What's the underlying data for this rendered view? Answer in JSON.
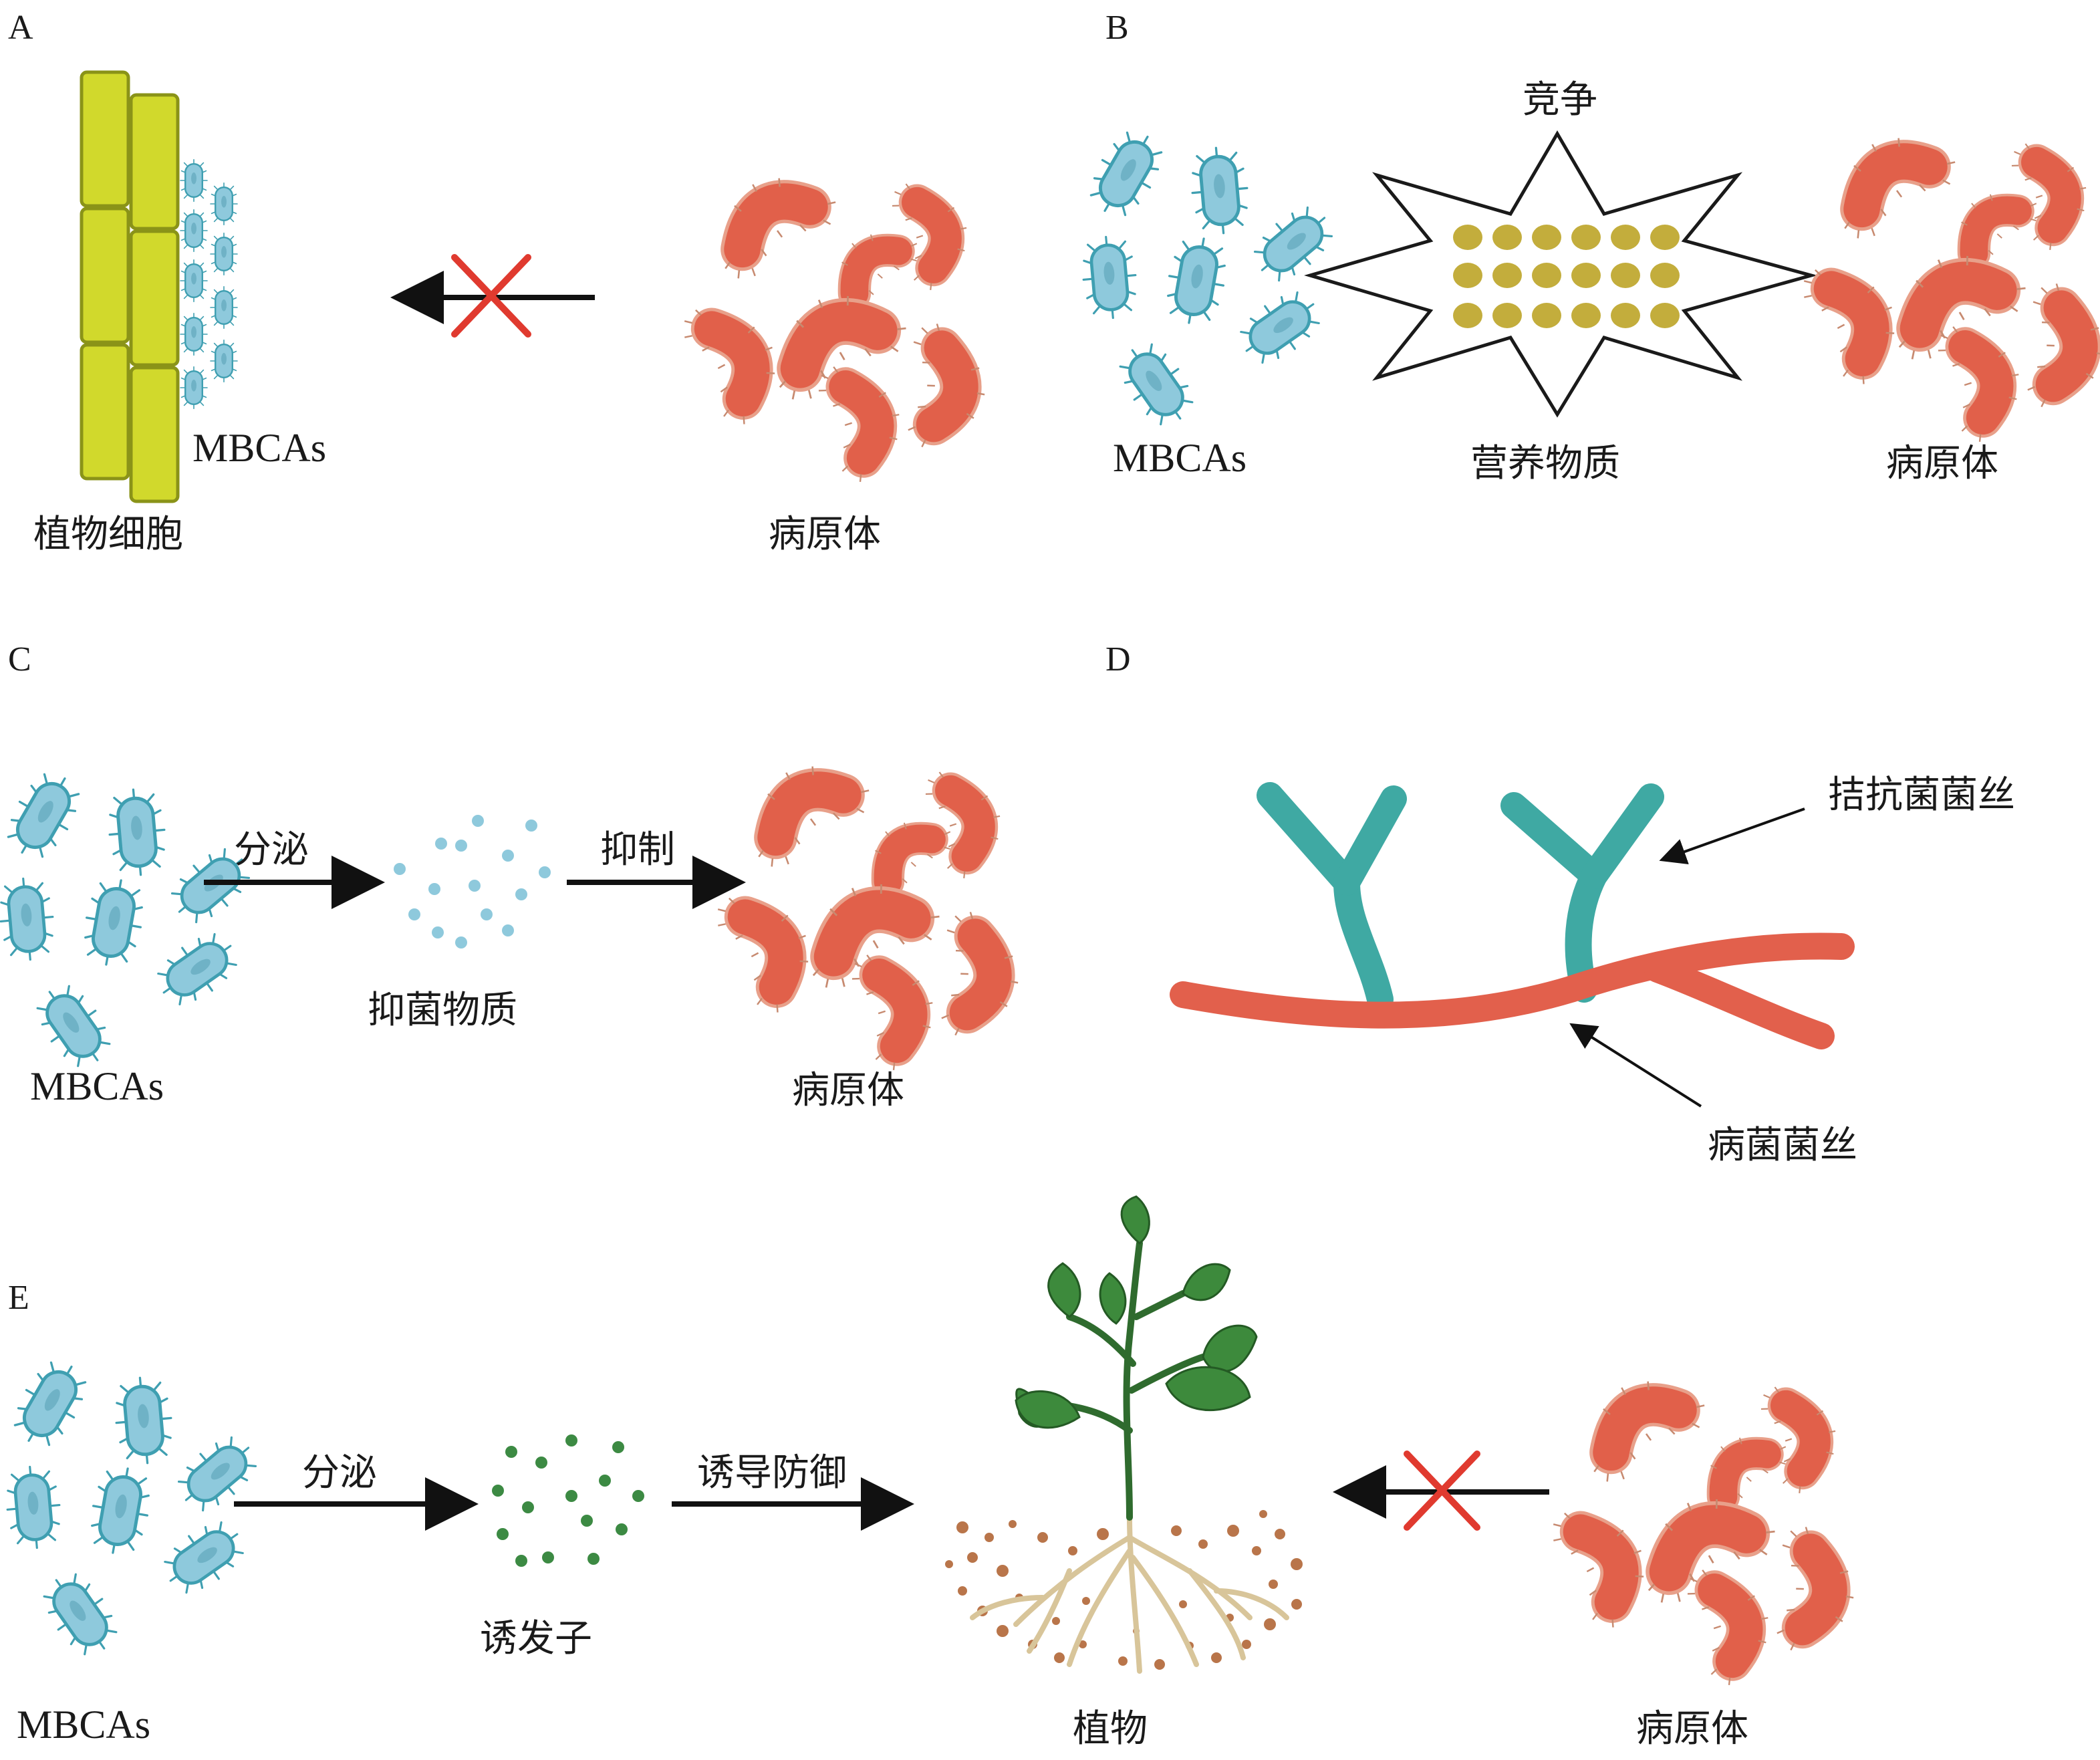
{
  "panels": {
    "A": {
      "letter": "A",
      "plant_cells": "植物细胞",
      "mbcas": "MBCAs",
      "pathogen": "病原体"
    },
    "B": {
      "letter": "B",
      "competition": "竞争",
      "nutrients": "营养物质",
      "mbcas": "MBCAs",
      "pathogen": "病原体"
    },
    "C": {
      "letter": "C",
      "secrete": "分泌",
      "inhibit": "抑制",
      "antimicrobial": "抑菌物质",
      "mbcas": "MBCAs",
      "pathogen": "病原体"
    },
    "D": {
      "letter": "D",
      "antagonist_hyphae": "拮抗菌菌丝",
      "pathogen_hyphae": "病菌菌丝"
    },
    "E": {
      "letter": "E",
      "secrete": "分泌",
      "induce_defense": "诱导防御",
      "elicitor": "诱发子",
      "mbcas": "MBCAs",
      "plant": "植物",
      "pathogen": "病原体"
    }
  },
  "colors": {
    "mbca_fill": "#8ec9dc",
    "mbca_stroke": "#3f9fb1",
    "pathogen_fill": "#e1604a",
    "pathogen_stroke": "#b8412f",
    "plant_cell_fill": "#d1d92c",
    "plant_cell_stroke": "#8a9318",
    "nutrient_fill": "#c3ad3c",
    "antagonist_hypha": "#3fa9a3",
    "pathogen_hypha": "#e2604c",
    "cross": "#e03a2f",
    "elicitor": "#3c8a43",
    "antimicrobial": "#8ec9dc",
    "leaf": "#3d8a3c",
    "root": "#d8c59a",
    "soil": "#b9754a"
  },
  "icons": [
    "mbca-bacterium-icon",
    "pathogen-bacterium-icon",
    "plant-cell-icon",
    "nutrient-granule-icon",
    "cross-icon",
    "arrow-icon",
    "plant-icon",
    "hypha-icon"
  ]
}
